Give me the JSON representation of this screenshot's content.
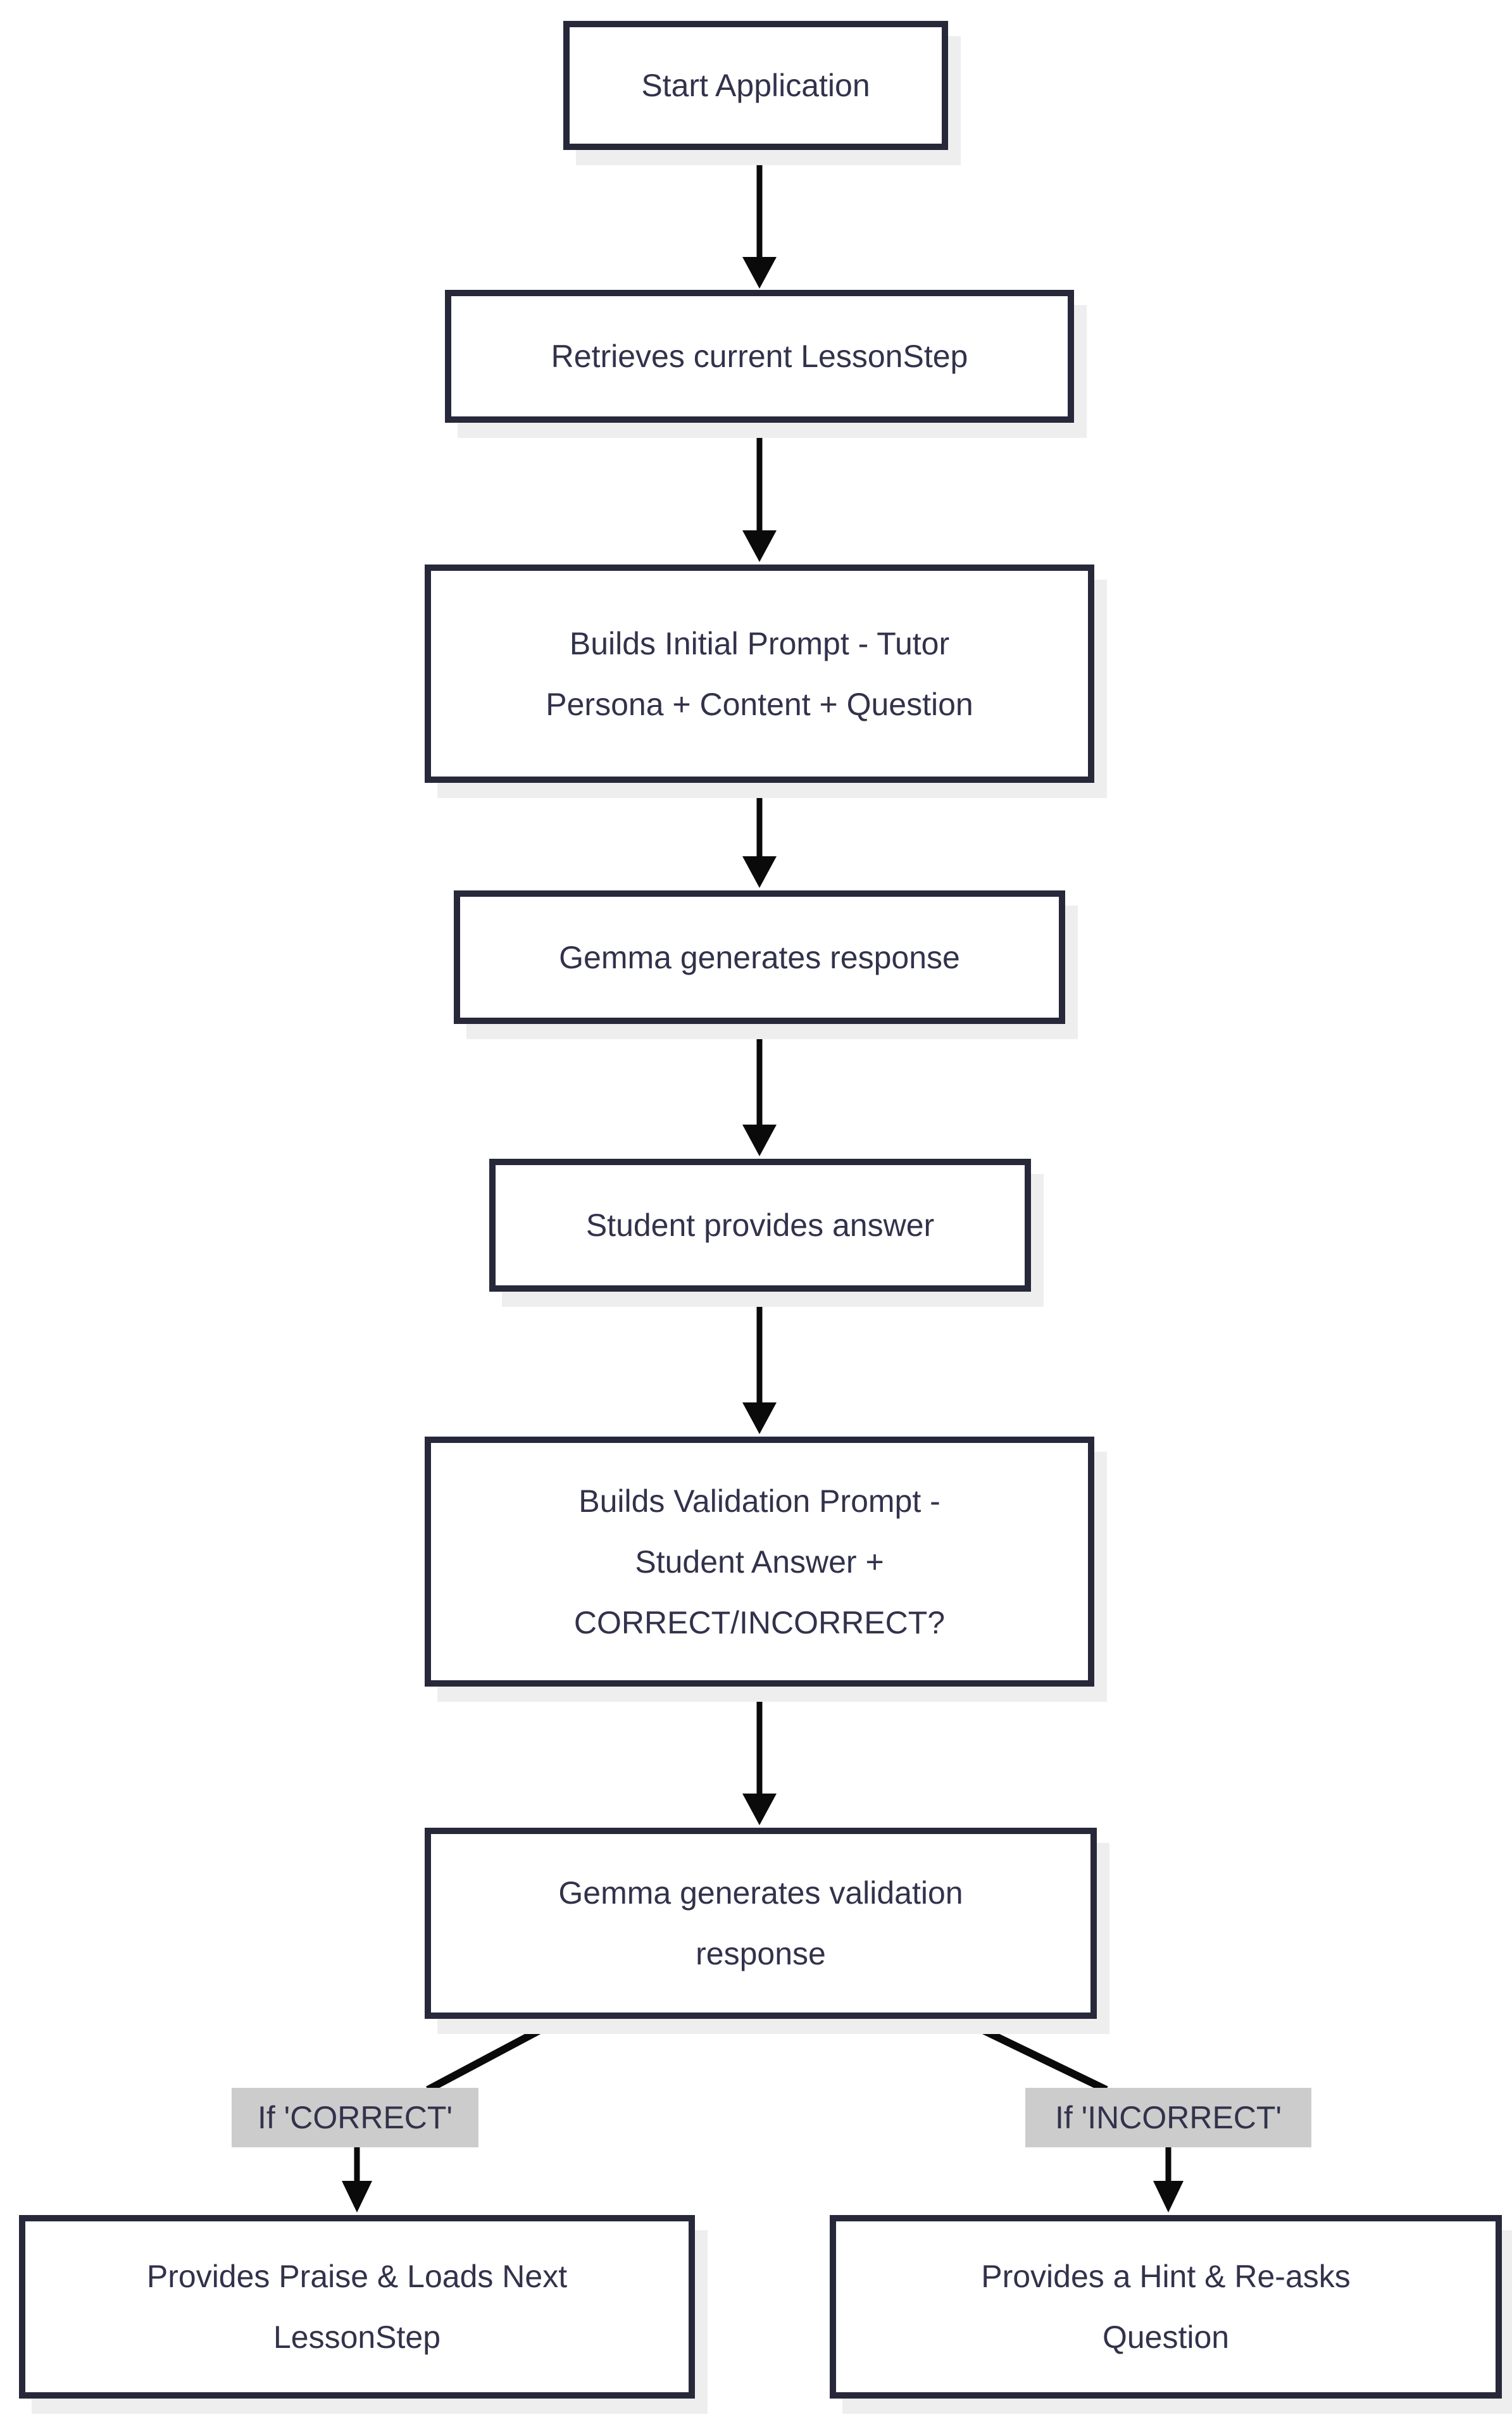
{
  "diagram": {
    "type": "flowchart",
    "orientation": "top-down"
  },
  "nodes": {
    "start": {
      "lines": [
        "Start Application"
      ]
    },
    "retrieve_lessonstep": {
      "lines": [
        "Retrieves current LessonStep"
      ]
    },
    "build_initial_prompt": {
      "lines": [
        "Builds Initial Prompt - Tutor",
        "Persona + Content + Question"
      ]
    },
    "gemma_generates_response": {
      "lines": [
        "Gemma generates response"
      ]
    },
    "student_provides_answer": {
      "lines": [
        "Student provides answer"
      ]
    },
    "build_validation_prompt": {
      "lines": [
        "Builds Validation Prompt -",
        "Student Answer +",
        "CORRECT/INCORRECT?"
      ]
    },
    "gemma_generates_validation": {
      "lines": [
        "Gemma generates validation",
        "response"
      ]
    },
    "provides_praise": {
      "lines": [
        "Provides Praise & Loads Next",
        "LessonStep"
      ]
    },
    "provides_hint": {
      "lines": [
        "Provides a Hint & Re-asks",
        "Question"
      ]
    }
  },
  "branches": {
    "correct": {
      "label": "If 'CORRECT'"
    },
    "incorrect": {
      "label": "If 'INCORRECT'"
    }
  },
  "colors": {
    "node_border": "#272839",
    "node_text": "#32324c",
    "node_background": "#ffffff",
    "node_shadow": "#eeeeee",
    "branch_label_background": "#cccccc",
    "connector": "#0a0a0a",
    "page_background": "#ffffff"
  }
}
